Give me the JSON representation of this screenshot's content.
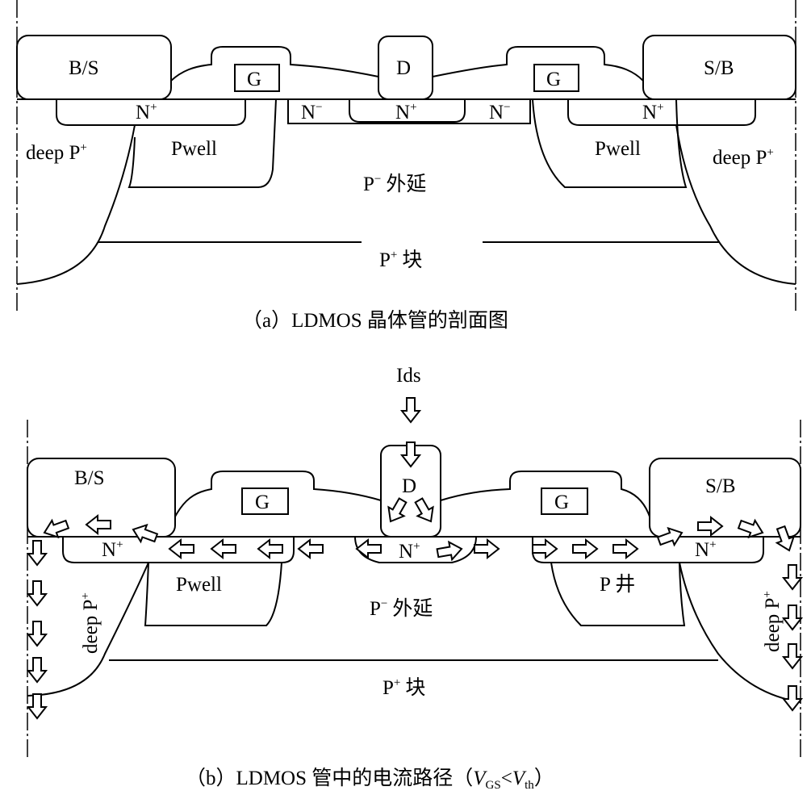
{
  "figure_a": {
    "labels": {
      "bs": "B/S",
      "gate_left": "G",
      "drain": "D",
      "gate_right": "G",
      "sb": "S/B",
      "nplus": "N",
      "nplus_sup": "+",
      "nminus": "N",
      "nminus_sup": "−",
      "deep_p": "deep P",
      "deep_p_sup": "+",
      "pwell": "Pwell",
      "p_epi_p": "P",
      "p_epi_sup": "−",
      "p_epi_text": "外延",
      "p_block_p": "P",
      "p_block_sup": "+",
      "p_block_text": "块"
    },
    "caption": "（a）LDMOS 晶体管的剖面图"
  },
  "figure_b": {
    "labels": {
      "ids": "Ids",
      "bs": "B/S",
      "gate_left": "G",
      "drain": "D",
      "gate_right": "G",
      "sb": "S/B",
      "nplus": "N",
      "nplus_sup": "+",
      "deep_p": "deep P",
      "deep_p_sup": "+",
      "pwell": "Pwell",
      "pwell_right": "P 井",
      "p_epi_p": "P",
      "p_epi_sup": "−",
      "p_epi_text": "外延",
      "p_block_p": "P",
      "p_block_sup": "+",
      "p_block_text": "块"
    },
    "caption": {
      "prefix": "（b）LDMOS 管中的电流路径（",
      "v1": "V",
      "v1_sub": "GS",
      "op": "<",
      "v2": "V",
      "v2_sub": "th",
      "suffix": "）"
    }
  }
}
